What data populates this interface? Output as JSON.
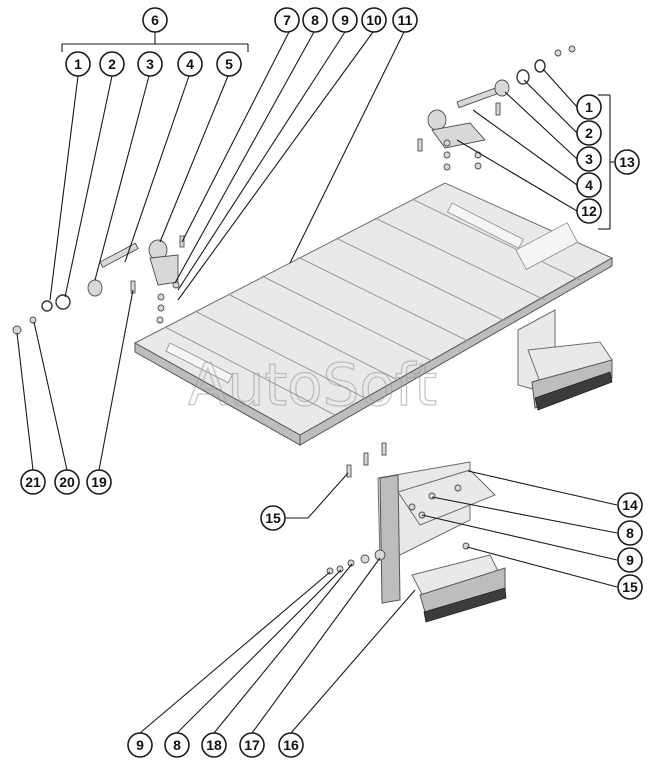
{
  "watermark": "AutoSoft",
  "callouts": {
    "c6": "6",
    "c1a": "1",
    "c2a": "2",
    "c3a": "3",
    "c4a": "4",
    "c5a": "5",
    "c7": "7",
    "c8a": "8",
    "c9a": "9",
    "c10": "10",
    "c11": "11",
    "c1b": "1",
    "c2b": "2",
    "c3b": "3",
    "c4b": "4",
    "c12": "12",
    "c13": "13",
    "c21": "21",
    "c20": "20",
    "c19": "19",
    "c15a": "15",
    "c14": "14",
    "c8b": "8",
    "c9b": "9",
    "c15b": "15",
    "c9c": "9",
    "c8c": "8",
    "c18": "18",
    "c17": "17",
    "c16": "16"
  }
}
